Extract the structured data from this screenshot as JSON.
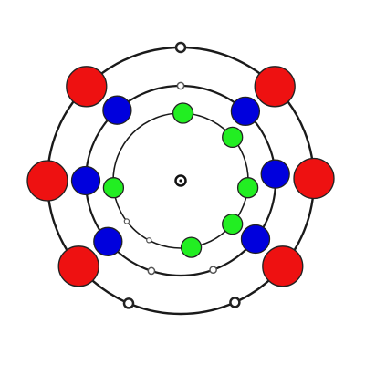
{
  "diagram": {
    "kind": "concentric-orbit-diagram",
    "background_color": "#ffffff",
    "orbit_color": "#1a1a1a",
    "nucleus": {
      "icon": "ring-dot-icon",
      "color": "#111111"
    },
    "rings": [
      {
        "name": "inner-ring",
        "balls": {
          "color": "#22ee22",
          "count": 6
        },
        "markers": {
          "color": "#555555",
          "count": 3
        }
      },
      {
        "name": "middle-ring",
        "balls": {
          "color": "#0000dd",
          "count": 6
        },
        "markers": {
          "color": "#555555",
          "count": 3
        }
      },
      {
        "name": "outer-ring",
        "balls": {
          "color": "#ee1111",
          "count": 6
        },
        "markers": {
          "color": "#222222",
          "count": 3
        }
      }
    ]
  }
}
